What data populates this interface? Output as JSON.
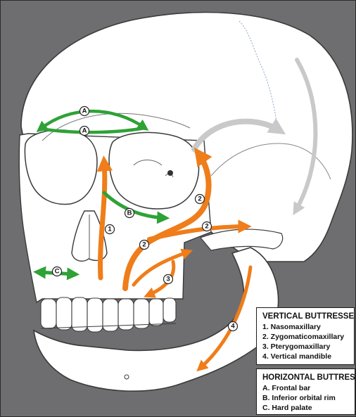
{
  "labels": {
    "vertical_1": "1",
    "zygomatic_upper": "2",
    "zygomatic_lateral": "2",
    "zygomatic_medial": "2",
    "pterygo": "3",
    "mandible": "4",
    "frontal_upper": "A",
    "frontal_lower": "A",
    "orbital": "B",
    "palate": "C"
  },
  "legend": {
    "vertical": {
      "title": "VERTICAL BUTTRESSES",
      "items": [
        "1. Nasomaxillary",
        "2. Zygomaticomaxillary",
        "3. Pterygomaxillary",
        "4. Vertical mandible"
      ]
    },
    "horizontal": {
      "title": "HORIZONTAL BUTTRESSES",
      "items": [
        "A. Frontal bar",
        "B. Inferior orbital rim",
        "C. Hard palate"
      ]
    }
  },
  "colors": {
    "background": "#6e6e70",
    "vertical_arrow": "#ef7d1a",
    "horizontal_arrow": "#2fa236",
    "skull_fill": "#ffffff",
    "skull_line": "#3a3a3a",
    "gray_arrow": "#c9c9c9"
  }
}
